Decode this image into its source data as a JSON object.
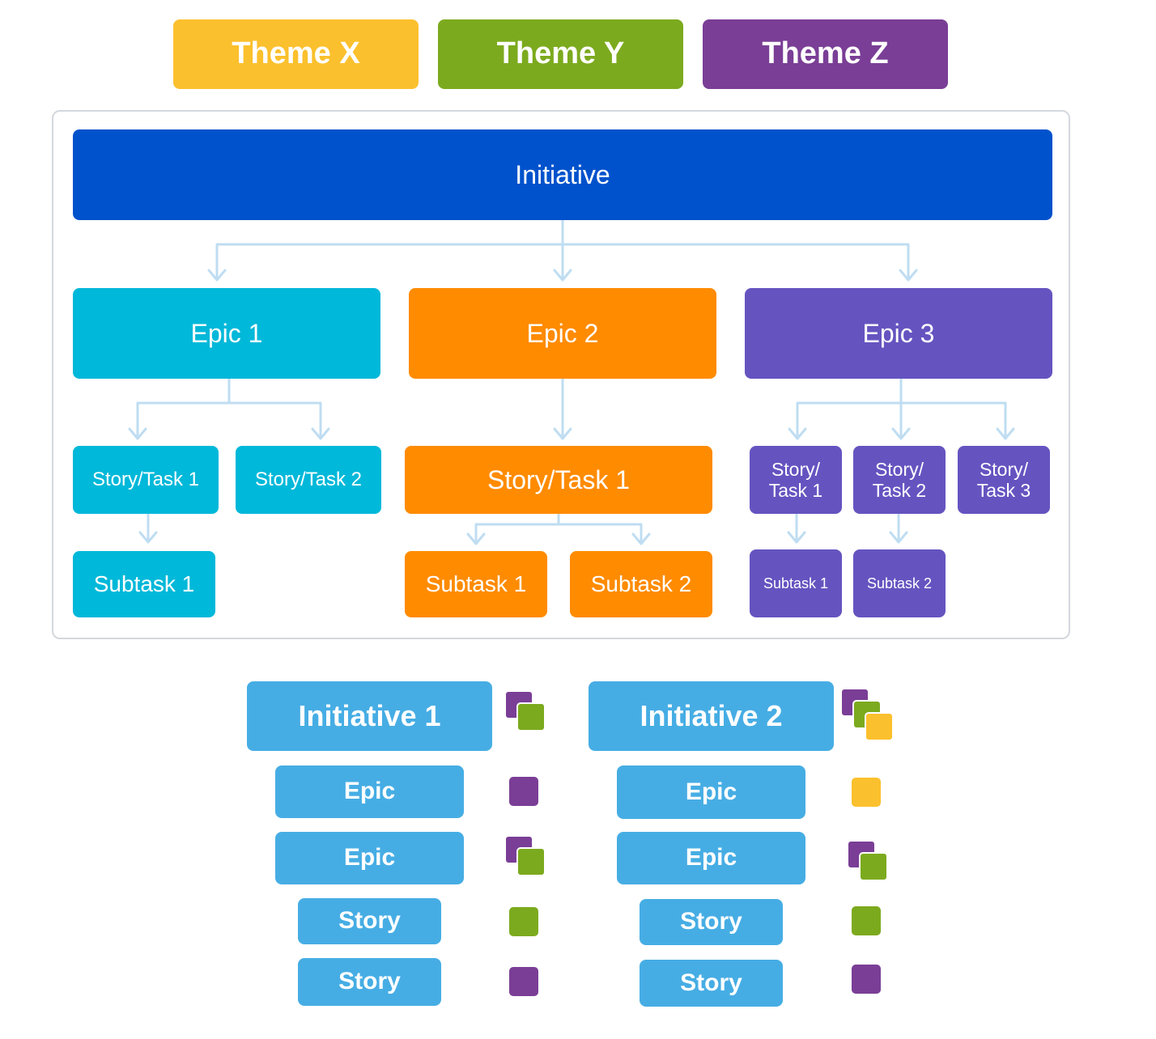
{
  "colors": {
    "theme_x": "#FBC02D",
    "theme_y": "#7CAA1E",
    "theme_z": "#7A3E96",
    "initiative": "#0052CC",
    "epic1": "#00B8D9",
    "epic2": "#FF8B00",
    "epic3": "#6554C0",
    "connector": "#BFDDF2",
    "roadmap_bar": "#46ADE4"
  },
  "themes": [
    {
      "label": "Theme X",
      "color": "theme_x"
    },
    {
      "label": "Theme Y",
      "color": "theme_y"
    },
    {
      "label": "Theme Z",
      "color": "theme_z"
    }
  ],
  "hierarchy": {
    "initiative": "Initiative",
    "epics": [
      {
        "label": "Epic 1",
        "stories": [
          {
            "label": "Story/Task 1",
            "subtasks": [
              "Subtask 1"
            ]
          },
          {
            "label": "Story/Task 2",
            "subtasks": []
          }
        ]
      },
      {
        "label": "Epic 2",
        "stories": [
          {
            "label": "Story/Task 1",
            "subtasks": [
              "Subtask 1",
              "Subtask 2"
            ]
          }
        ]
      },
      {
        "label": "Epic 3",
        "stories": [
          {
            "label": "Story/ Task 1",
            "subtasks": [
              "Subtask 1"
            ]
          },
          {
            "label": "Story/ Task 2",
            "subtasks": [
              "Subtask 2"
            ]
          },
          {
            "label": "Story/ Task 3",
            "subtasks": []
          }
        ]
      }
    ]
  },
  "roadmap": [
    {
      "title": "Initiative 1",
      "title_themes": [
        "theme_z",
        "theme_y"
      ],
      "items": [
        {
          "label": "Epic",
          "themes": [
            "theme_z"
          ]
        },
        {
          "label": "Epic",
          "themes": [
            "theme_z",
            "theme_y"
          ]
        },
        {
          "label": "Story",
          "themes": [
            "theme_y"
          ]
        },
        {
          "label": "Story",
          "themes": [
            "theme_z"
          ]
        }
      ]
    },
    {
      "title": "Initiative 2",
      "title_themes": [
        "theme_z",
        "theme_y",
        "theme_x"
      ],
      "items": [
        {
          "label": "Epic",
          "themes": [
            "theme_x"
          ]
        },
        {
          "label": "Epic",
          "themes": [
            "theme_z",
            "theme_y"
          ]
        },
        {
          "label": "Story",
          "themes": [
            "theme_y"
          ]
        },
        {
          "label": "Story",
          "themes": [
            "theme_z"
          ]
        }
      ]
    }
  ]
}
